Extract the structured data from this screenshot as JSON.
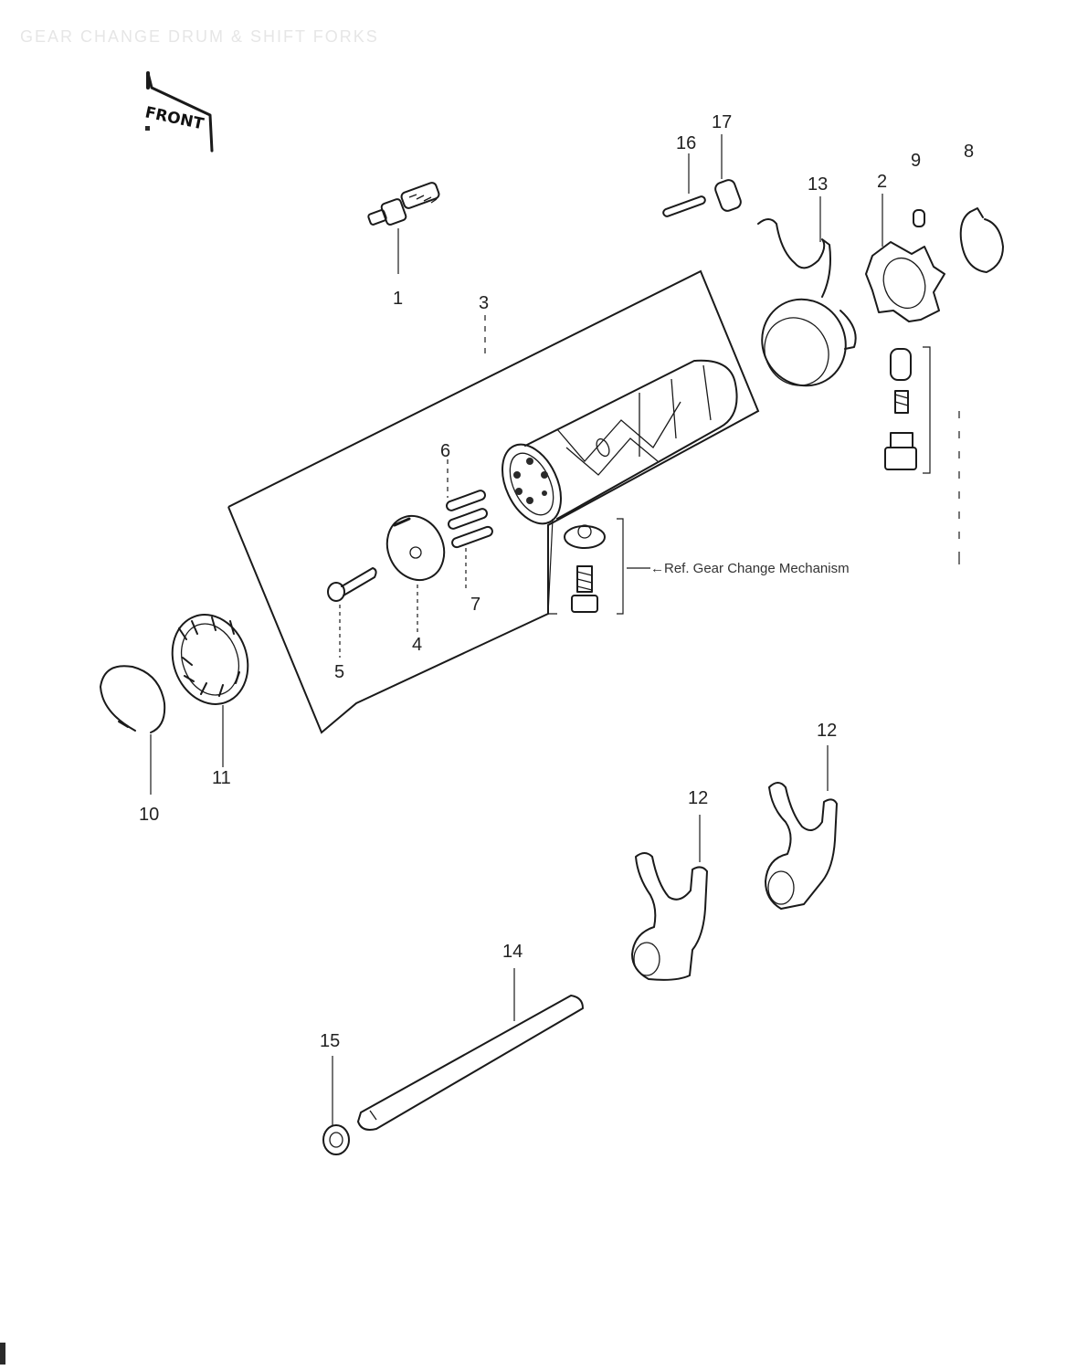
{
  "header": {
    "title": "GEAR CHANGE DRUM & SHIFT FORKS"
  },
  "orientation": {
    "label": "FRONT"
  },
  "reference_note": "←Ref. Gear Change Mechanism",
  "callouts": [
    {
      "number": "1"
    },
    {
      "number": "2"
    },
    {
      "number": "3"
    },
    {
      "number": "4"
    },
    {
      "number": "5"
    },
    {
      "number": "6"
    },
    {
      "number": "7"
    },
    {
      "number": "8"
    },
    {
      "number": "9"
    },
    {
      "number": "10"
    },
    {
      "number": "11"
    },
    {
      "number": "12"
    },
    {
      "number": "12"
    },
    {
      "number": "13"
    },
    {
      "number": "14"
    },
    {
      "number": "15"
    },
    {
      "number": "16"
    },
    {
      "number": "17"
    }
  ]
}
